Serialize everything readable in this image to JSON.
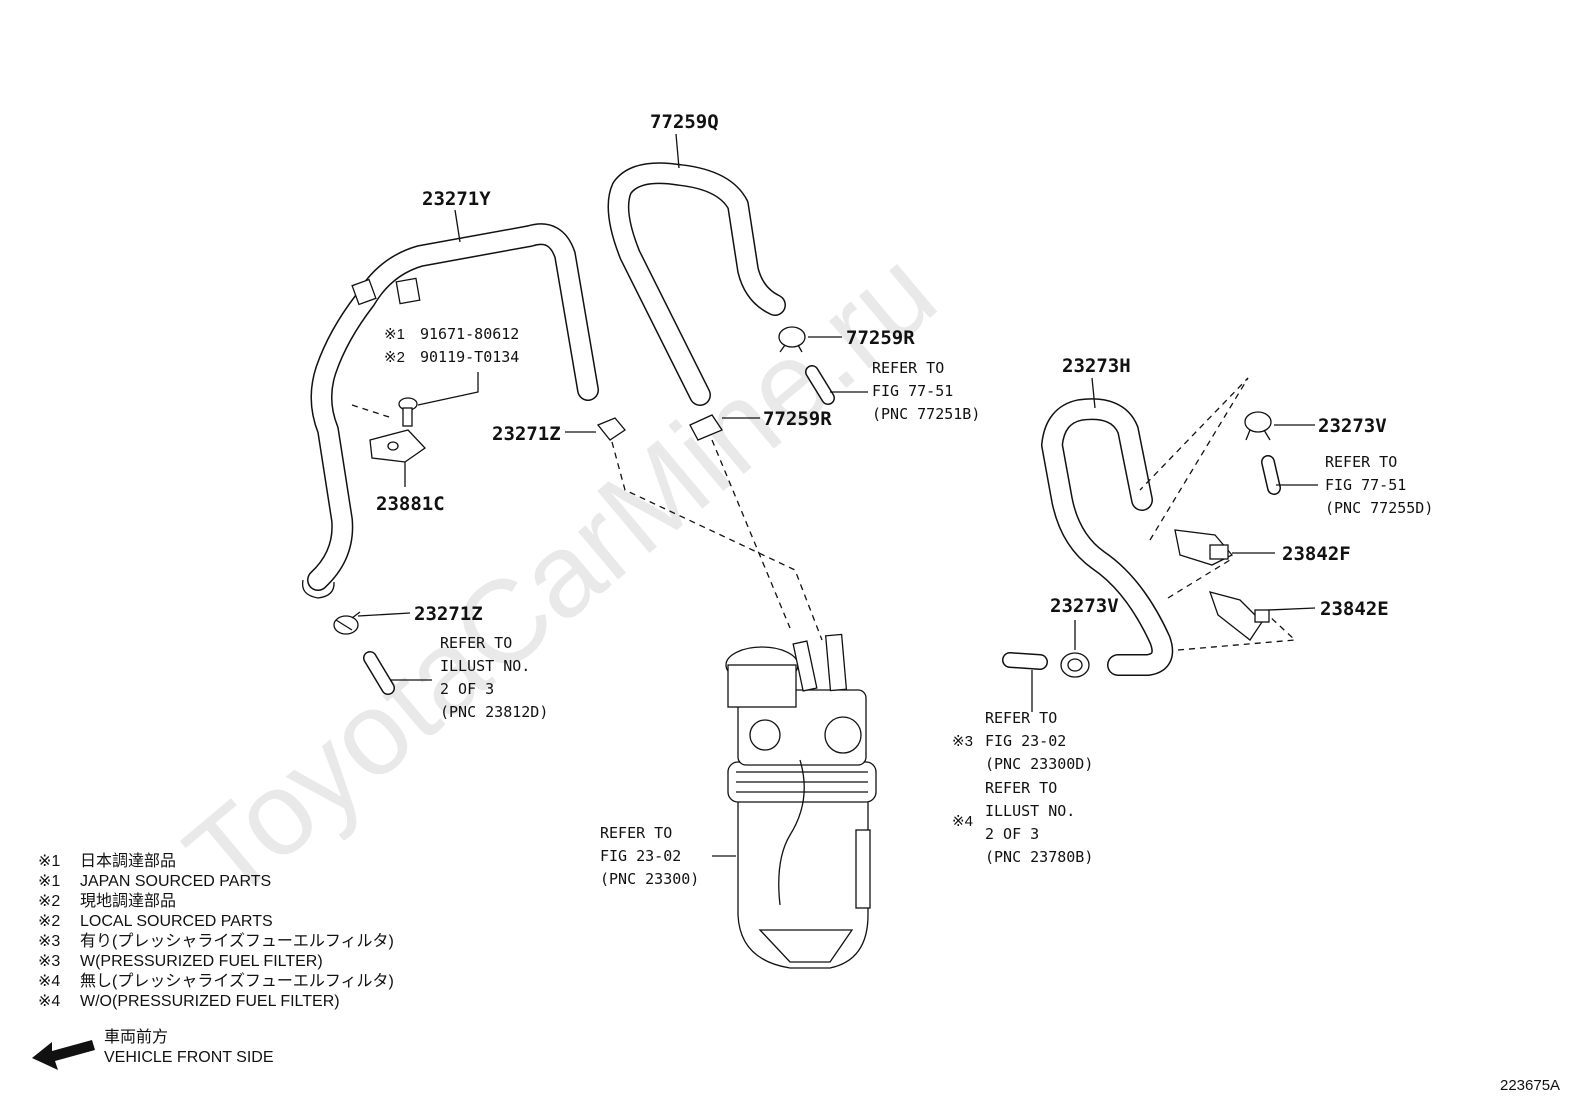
{
  "watermark": "ToyotaCarMine.ru",
  "diagram_code": "223675A",
  "parts": {
    "hose_left": "23271Y",
    "hose_center": "77259Q",
    "clip_center": "77259R",
    "connector_center": "77259R",
    "clip_left_top": "23271Z",
    "clip_left_bottom": "23271Z",
    "bracket": "23881C",
    "hose_right": "23273H",
    "clip_right_top": "23273V",
    "clip_right_mid": "23273V",
    "connector_f": "23842F",
    "connector_e": "23842E"
  },
  "bolt_callout": {
    "line1_mark": "※1",
    "line1_pn": "91671-80612",
    "line2_mark": "※2",
    "line2_pn": "90119-T0134"
  },
  "refs": {
    "left": [
      "REFER TO",
      "ILLUST NO.",
      "2 OF 3",
      "(PNC 23812D)"
    ],
    "center_top": [
      "REFER TO",
      "FIG 77-51",
      "(PNC 77251B)"
    ],
    "right_top": [
      "REFER TO",
      "FIG 77-51",
      "(PNC 77255D)"
    ],
    "filter": [
      "REFER TO",
      "FIG 23-02",
      "(PNC 23300)"
    ],
    "right_mid": [
      "REFER TO",
      "FIG 23-02",
      "(PNC 23300D)"
    ],
    "right_mid_mark": "※3",
    "right_low": [
      "REFER TO",
      "ILLUST NO.",
      "2 OF 3",
      "(PNC 23780B)"
    ],
    "right_low_mark": "※4"
  },
  "legend": [
    {
      "mark": "※1",
      "text": "日本調達部品"
    },
    {
      "mark": "※1",
      "text": "JAPAN SOURCED PARTS"
    },
    {
      "mark": "※2",
      "text": "現地調達部品"
    },
    {
      "mark": "※2",
      "text": "LOCAL SOURCED PARTS"
    },
    {
      "mark": "※3",
      "text": "有り(プレッシャライズフューエルフィルタ)"
    },
    {
      "mark": "※3",
      "text": "W(PRESSURIZED FUEL FILTER)"
    },
    {
      "mark": "※4",
      "text": "無し(プレッシャライズフューエルフィルタ)"
    },
    {
      "mark": "※4",
      "text": "W/O(PRESSURIZED FUEL FILTER)"
    }
  ],
  "front": {
    "jp": "車両前方",
    "en": "VEHICLE FRONT SIDE"
  }
}
